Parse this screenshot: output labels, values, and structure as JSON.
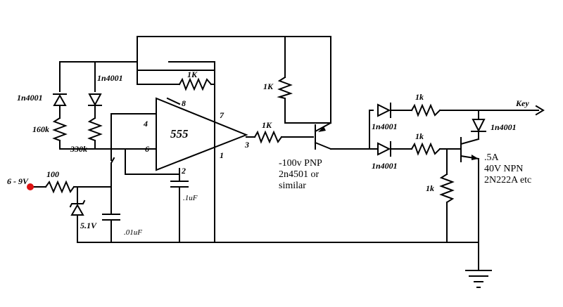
{
  "supply_label": "6 - 9V",
  "input_resistor": "100",
  "zener_label": "5.1V",
  "filter_cap": ".01uF",
  "diode_1": "1n4001",
  "diode_2": "1n4001",
  "timing_r1": "160k",
  "timing_r2": "330k",
  "feedback_r": "1K",
  "chip_name": "555",
  "pins": {
    "p4": "4",
    "p8": "8",
    "p7": "7",
    "p6": "6",
    "p2": "2",
    "p1": "1",
    "p3": "3"
  },
  "timing_cap": ".1uF",
  "out_resistor": "1K",
  "pullup_resistor": "1K",
  "pnp_label": "-100v PNP\n2n4501 or\nsimilar",
  "diode_3": "1n4001",
  "diode_4": "1n4001",
  "diode_5": "1n4001",
  "key_resistor": "1k",
  "base_resistor": "1k",
  "bias_resistor": "1k",
  "key_label": "Key",
  "npn_label": ".5A\n40V NPN\n2N222A etc",
  "colors": {
    "supply_dot": "#dd1111",
    "wire": "#000000"
  }
}
